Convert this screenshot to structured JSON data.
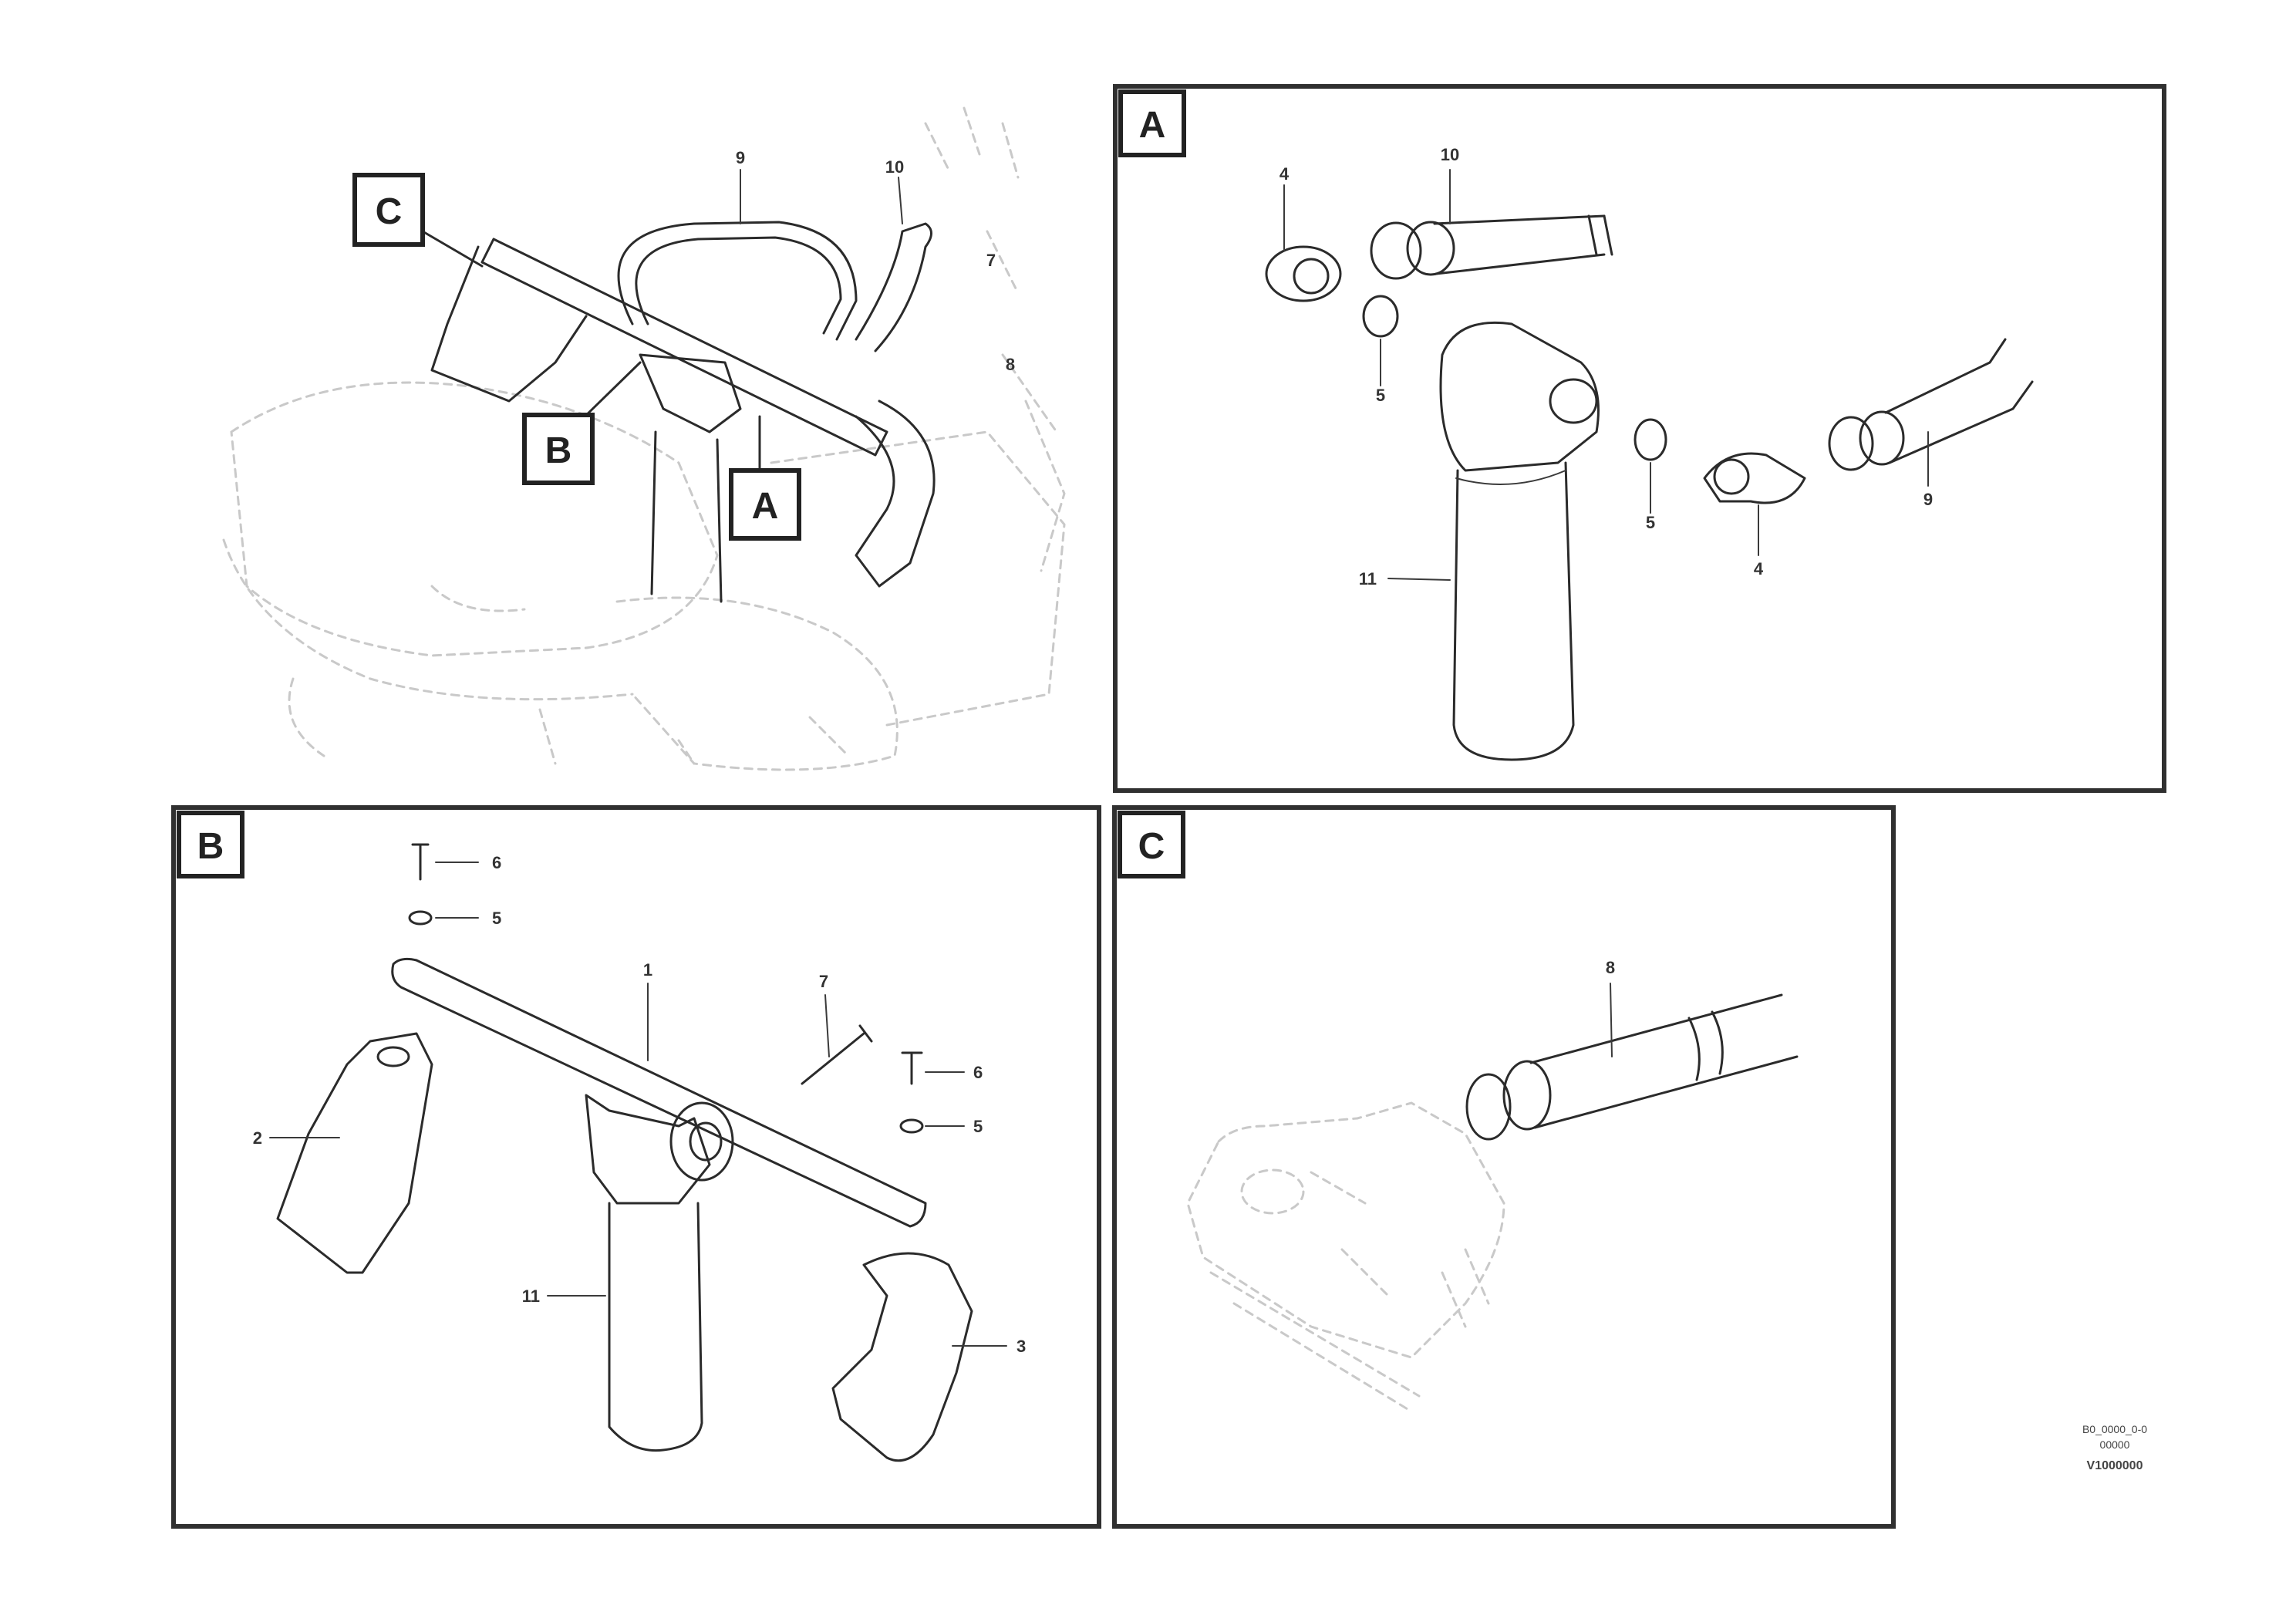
{
  "views": {
    "A": {
      "label": "A"
    },
    "B": {
      "label": "B"
    },
    "C": {
      "label": "C"
    }
  },
  "overview": {
    "callouts": {
      "A": "A",
      "B": "B",
      "C": "C"
    },
    "refs": {
      "pipe": "9",
      "hose": "10",
      "loose_7": "7",
      "loose_8": "8"
    }
  },
  "detail_a": {
    "refs": {
      "elbow_top": "4",
      "coupling": "10",
      "washer_1": "5",
      "washer_2": "5",
      "filter": "11",
      "elbow_right": "4",
      "fitting": "9"
    }
  },
  "detail_b": {
    "refs": {
      "bolt_left": "6",
      "washer_left": "5",
      "tube": "1",
      "bolt_pipe": "7",
      "bracket_left": "2",
      "bolt_right": "6",
      "washer_right": "5",
      "filter": "11",
      "bracket_right": "3"
    }
  },
  "detail_c": {
    "refs": {
      "pipe": "8"
    }
  },
  "footer": {
    "line1": "B0_0000_0-0",
    "line2": "00000",
    "code": "V1000000"
  }
}
